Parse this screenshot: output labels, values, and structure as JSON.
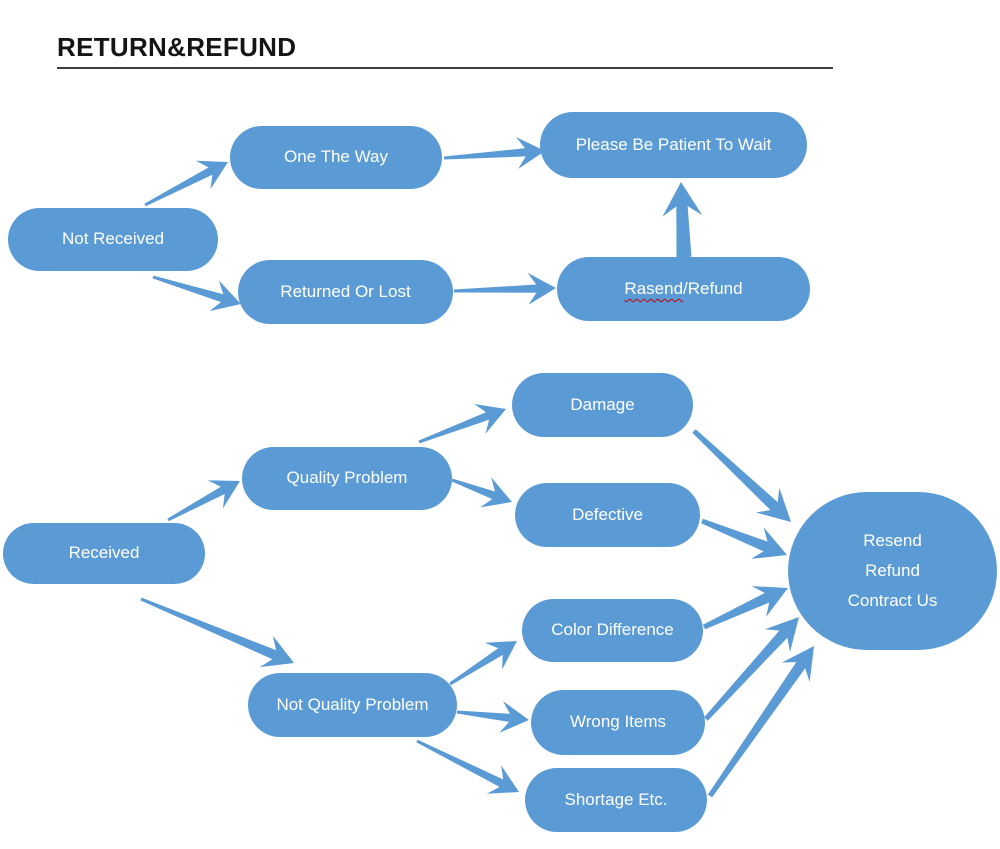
{
  "title": {
    "text": "RETURN&REFUND"
  },
  "colors": {
    "accent": "#5b9bd5",
    "node_text": "#ffffff",
    "title_text": "#151515",
    "title_rule": "#3f3f3f",
    "spellcheck_underline": "#c00000"
  },
  "nodes": {
    "not_received": {
      "label": "Not Received"
    },
    "one_the_way": {
      "label": "One The Way"
    },
    "please_wait": {
      "label": "Please Be Patient To Wait"
    },
    "returned_or_lost": {
      "label": "Returned Or Lost"
    },
    "rasend_refund": {
      "label_misspelled": "Rasend",
      "label_rest": "/Refund"
    },
    "received": {
      "label": "Received"
    },
    "quality_problem": {
      "label": "Quality Problem"
    },
    "damage": {
      "label": "Damage"
    },
    "defective": {
      "label": "Defective"
    },
    "not_quality_problem": {
      "label": "Not Quality Problem"
    },
    "color_difference": {
      "label": "Color Difference"
    },
    "wrong_items": {
      "label": "Wrong Items"
    },
    "shortage_etc": {
      "label": "Shortage Etc."
    },
    "resend_refund_contact": {
      "lines": [
        "Resend",
        "Refund",
        "Contract Us"
      ]
    }
  },
  "edges": [
    {
      "from": "not_received",
      "to": "one_the_way"
    },
    {
      "from": "not_received",
      "to": "returned_or_lost"
    },
    {
      "from": "one_the_way",
      "to": "please_wait"
    },
    {
      "from": "returned_or_lost",
      "to": "rasend_refund"
    },
    {
      "from": "rasend_refund",
      "to": "please_wait"
    },
    {
      "from": "received",
      "to": "quality_problem"
    },
    {
      "from": "received",
      "to": "not_quality_problem"
    },
    {
      "from": "quality_problem",
      "to": "damage"
    },
    {
      "from": "quality_problem",
      "to": "defective"
    },
    {
      "from": "not_quality_problem",
      "to": "color_difference"
    },
    {
      "from": "not_quality_problem",
      "to": "wrong_items"
    },
    {
      "from": "not_quality_problem",
      "to": "shortage_etc"
    },
    {
      "from": "damage",
      "to": "resend_refund_contact"
    },
    {
      "from": "defective",
      "to": "resend_refund_contact"
    },
    {
      "from": "color_difference",
      "to": "resend_refund_contact"
    },
    {
      "from": "wrong_items",
      "to": "resend_refund_contact"
    },
    {
      "from": "shortage_etc",
      "to": "resend_refund_contact"
    }
  ]
}
